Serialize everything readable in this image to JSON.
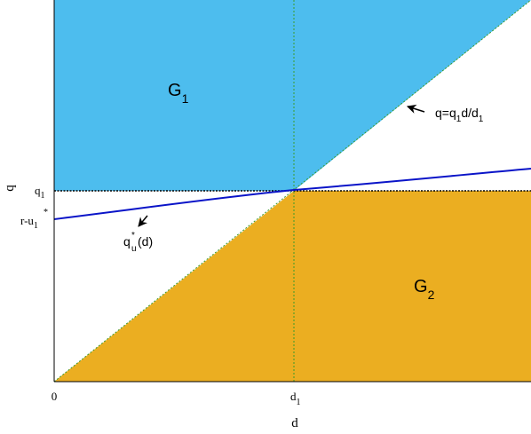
{
  "axes": {
    "x_label": "d",
    "y_label": "q",
    "x_ticks": [
      {
        "base": "0",
        "sub": ""
      },
      {
        "base": "d",
        "sub": "1"
      }
    ],
    "y_ticks": [
      {
        "base": "q",
        "sub": "1",
        "sup": ""
      },
      {
        "base": "r-u",
        "sub": "1",
        "sup": "*"
      }
    ]
  },
  "regions": {
    "g1": {
      "base": "G",
      "sub": "1",
      "color": "#4dbdee"
    },
    "g2": {
      "base": "G",
      "sub": "2",
      "color": "#ebae21"
    }
  },
  "annotations": {
    "diagonal": {
      "p1": "q=q",
      "s1": "1",
      "p2": "d/d",
      "s2": "1"
    },
    "curve": {
      "base": "q",
      "sup": "*",
      "sub": "u",
      "tail": "(d)"
    }
  },
  "colors": {
    "curve": "#0a14c8",
    "guide": "#3a9a2a",
    "axis": "#000000"
  }
}
